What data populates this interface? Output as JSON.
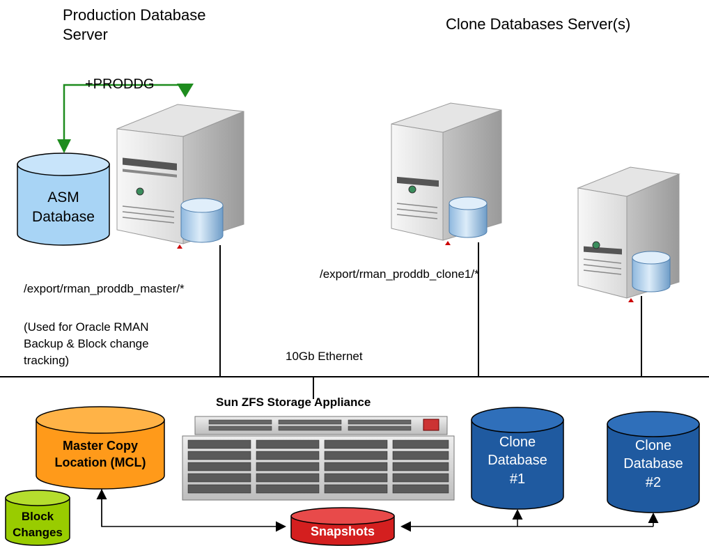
{
  "labels": {
    "production_server": "Production Database Server",
    "clone_servers": "Clone Databases Server(s)",
    "disk_group": "+PRODDG",
    "master_export_path": "/export/rman_proddb_master/*",
    "clone1_export_path": "/export/rman_proddb_clone1/*",
    "rman_note": "(Used for Oracle RMAN Backup & Block change tracking)",
    "network": "10Gb Ethernet",
    "storage_appliance": "Sun ZFS Storage Appliance"
  },
  "databases": {
    "asm": {
      "line1": "ASM",
      "line2": "Database"
    },
    "master_copy": {
      "line1": "Master Copy",
      "line2": "Location (MCL)"
    },
    "block_changes": {
      "line1": "Block",
      "line2": "Changes"
    },
    "snapshots": {
      "line1": "Snapshots"
    },
    "clone1": {
      "line1": "Clone",
      "line2": "Database",
      "line3": "#1"
    },
    "clone2": {
      "line1": "Clone",
      "line2": "Database",
      "line3": "#2"
    }
  },
  "colors": {
    "asm_fill": "#a8d4f5",
    "master_fill": "#ff9a1a",
    "block_fill": "#99cc00",
    "snapshot_fill": "#d41f1f",
    "clone_fill": "#1f5aa0",
    "proddg_arrow": "#1e8c1e"
  }
}
